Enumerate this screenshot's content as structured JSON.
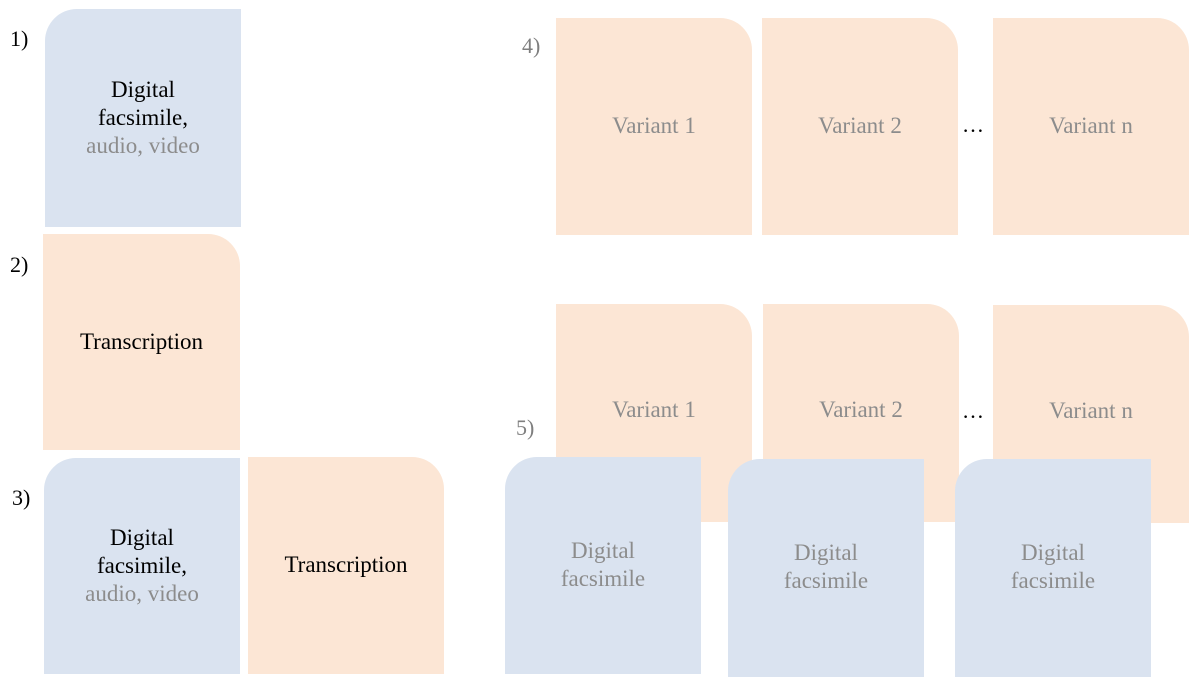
{
  "labels": {
    "one": "1)",
    "two": "2)",
    "three": "3)",
    "four": "4)",
    "five": "5)"
  },
  "s1": {
    "line1": "Digital",
    "line2": "facsimile,",
    "line3": "audio, video"
  },
  "s2": {
    "text": "Transcription"
  },
  "s3": {
    "facsimile": {
      "line1": "Digital",
      "line2": "facsimile,",
      "line3": "audio, video"
    },
    "transcription": "Transcription"
  },
  "s4": {
    "variants": [
      "Variant 1",
      "Variant 2",
      "Variant n"
    ],
    "ellipsis": "…"
  },
  "s5": {
    "variants": [
      "Variant 1",
      "Variant 2",
      "Variant n"
    ],
    "ellipsis": "…",
    "facsimiles": [
      {
        "line1": "Digital",
        "line2": "facsimile"
      },
      {
        "line1": "Digital",
        "line2": "facsimile"
      },
      {
        "line1": "Digital",
        "line2": "facsimile"
      }
    ]
  },
  "colors": {
    "blue_box": "#dae3f0",
    "peach_box": "#fce6d5",
    "grey_text": "#8c8c8c"
  }
}
